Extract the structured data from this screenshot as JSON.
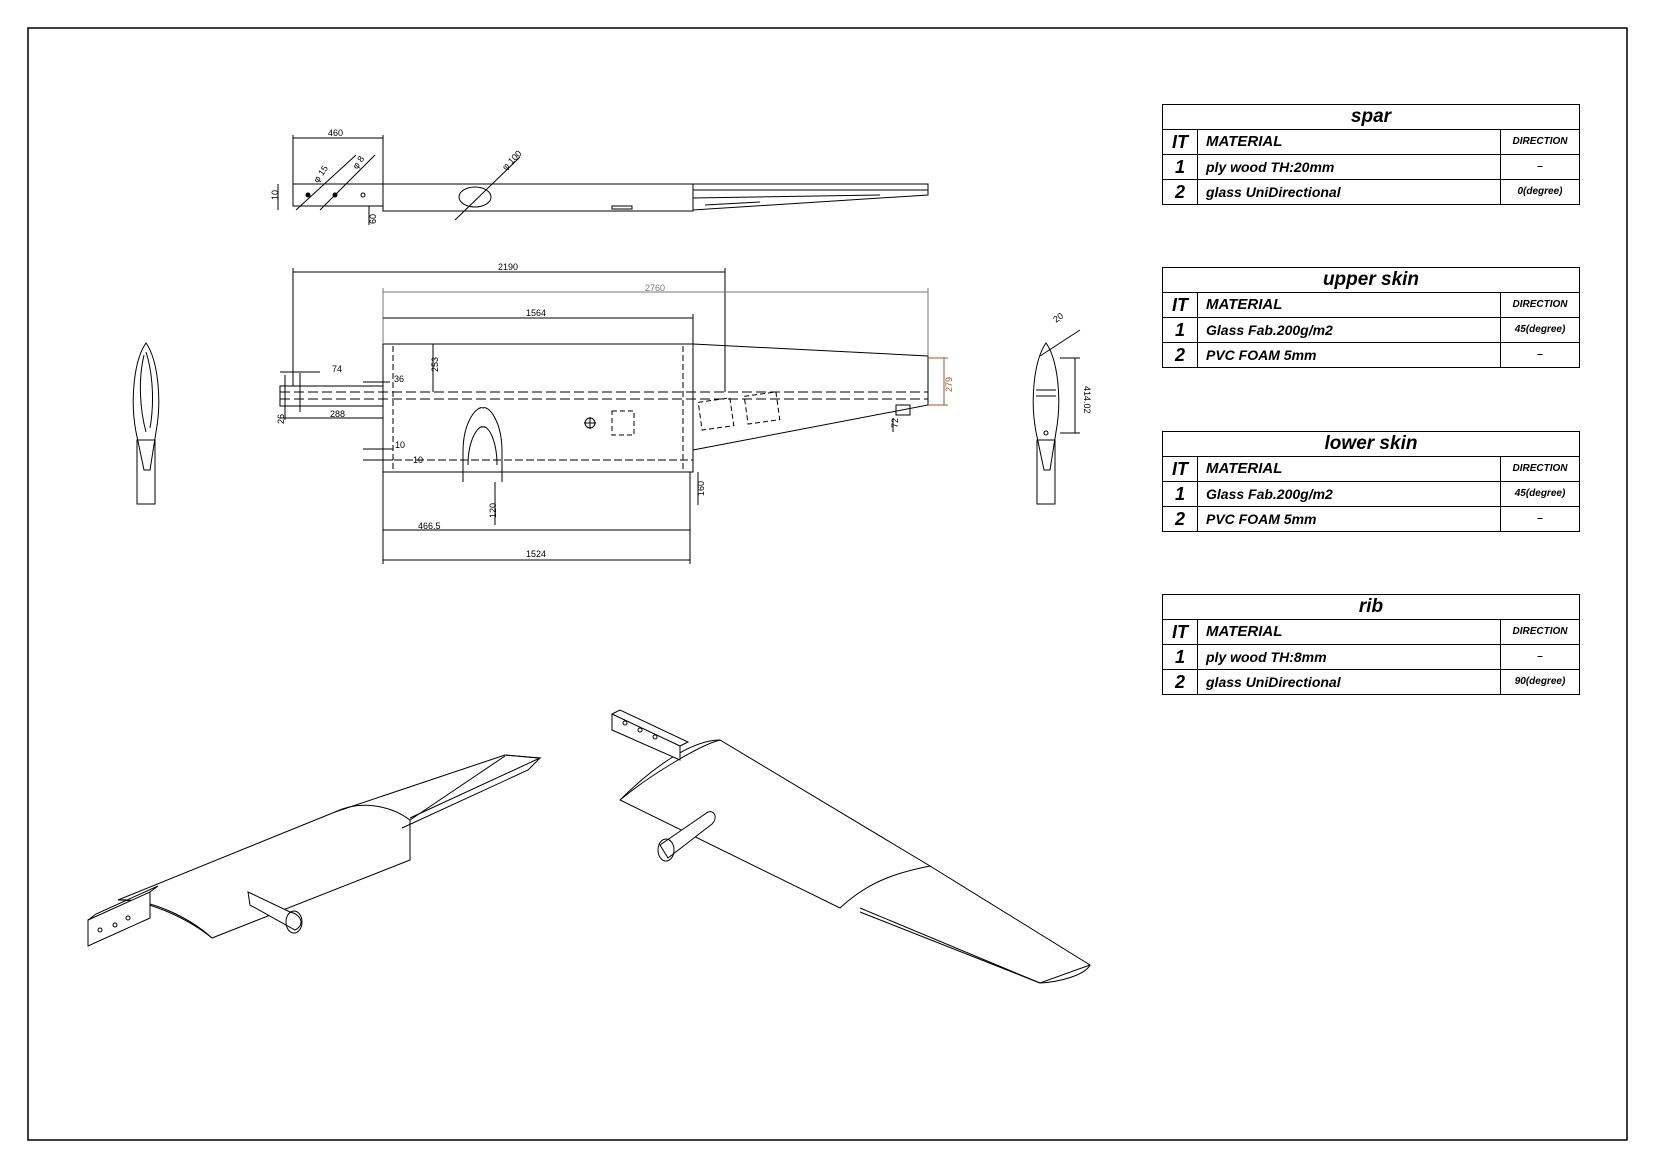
{
  "dimensions": {
    "top_460": "460",
    "top_d15": "φ 15",
    "top_d8": "φ 8",
    "top_d100": "φ 100",
    "top_10": "10",
    "top_60": "60",
    "plan_2190": "2190",
    "plan_2760": "2760",
    "plan_1564": "1564",
    "plan_253": "253",
    "plan_74": "74",
    "plan_36": "36",
    "plan_288": "288",
    "plan_26": "26",
    "plan_10a": "10",
    "plan_10b": "10",
    "plan_466": "466.5",
    "plan_120": "120",
    "plan_160": "160",
    "plan_1524": "1524",
    "plan_279": "279",
    "plan_72": "72",
    "section_20": "20",
    "section_414": "414.02"
  },
  "tables": [
    {
      "title": "spar",
      "header": {
        "it": "IT",
        "material": "MATERIAL",
        "direction": "DIRECTION"
      },
      "rows": [
        {
          "it": "1",
          "material": "ply wood TH:20mm",
          "direction": "–"
        },
        {
          "it": "2",
          "material": "glass UniDirectional",
          "direction": "0(degree)"
        }
      ]
    },
    {
      "title": "upper skin",
      "header": {
        "it": "IT",
        "material": "MATERIAL",
        "direction": "DIRECTION"
      },
      "rows": [
        {
          "it": "1",
          "material": "Glass Fab.200g/m2",
          "direction": "45(degree)"
        },
        {
          "it": "2",
          "material": "PVC FOAM 5mm",
          "direction": "–"
        }
      ]
    },
    {
      "title": "lower skin",
      "header": {
        "it": "IT",
        "material": "MATERIAL",
        "direction": "DIRECTION"
      },
      "rows": [
        {
          "it": "1",
          "material": "Glass Fab.200g/m2",
          "direction": "45(degree)"
        },
        {
          "it": "2",
          "material": "PVC FOAM 5mm",
          "direction": "–"
        }
      ]
    },
    {
      "title": "rib",
      "header": {
        "it": "IT",
        "material": "MATERIAL",
        "direction": "DIRECTION"
      },
      "rows": [
        {
          "it": "1",
          "material": "ply wood TH:8mm",
          "direction": "–"
        },
        {
          "it": "2",
          "material": "glass UniDirectional",
          "direction": "90(degree)"
        }
      ]
    }
  ]
}
